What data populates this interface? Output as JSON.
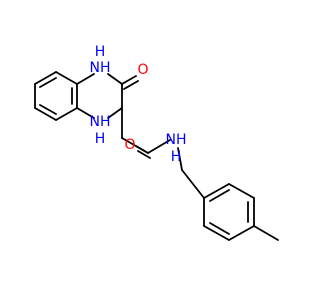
{
  "molecule": {
    "labels": {
      "nh_top": "NH",
      "h_top": "H",
      "nh_bottom": "NH",
      "h_bottom": "H",
      "o_top": "O",
      "o_amide": "O",
      "nh_amide": "NH",
      "h_amide": "H"
    },
    "colors": {
      "bond": "#000000",
      "nitrogen": "#0000ff",
      "oxygen": "#ff0000"
    }
  }
}
